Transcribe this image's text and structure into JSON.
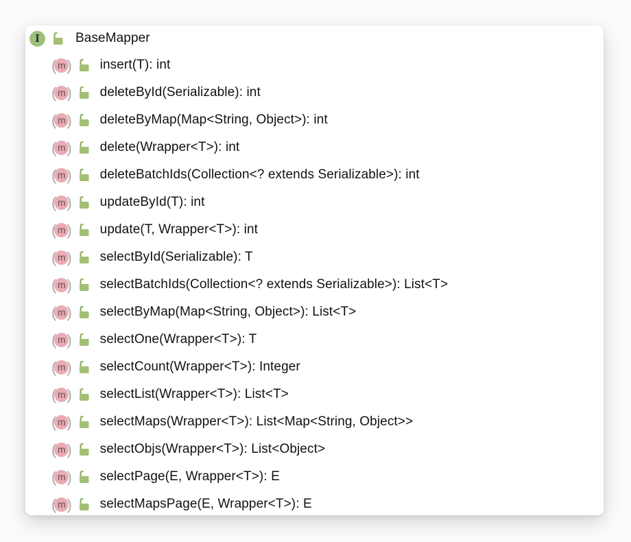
{
  "interface": {
    "name": "BaseMapper",
    "kind": "interface"
  },
  "icons": {
    "interface_letter": "I",
    "method_letter": "m",
    "paren_open": "(",
    "paren_close": ")",
    "visibility": "public-unlocked"
  },
  "colors": {
    "interface_icon_bg": "#9cc07a",
    "method_icon_bg": "#ecabb4",
    "lock_green": "#a3bf74",
    "paren_gray": "#a6a6a6",
    "text": "#111111",
    "panel_bg": "#ffffff",
    "page_bg": "#fbfbfb"
  },
  "methods": [
    {
      "signature": "insert(T): int"
    },
    {
      "signature": "deleteById(Serializable): int"
    },
    {
      "signature": "deleteByMap(Map<String, Object>): int"
    },
    {
      "signature": "delete(Wrapper<T>): int"
    },
    {
      "signature": "deleteBatchIds(Collection<? extends Serializable>): int"
    },
    {
      "signature": "updateById(T): int"
    },
    {
      "signature": "update(T, Wrapper<T>): int"
    },
    {
      "signature": "selectById(Serializable): T"
    },
    {
      "signature": "selectBatchIds(Collection<? extends Serializable>): List<T>"
    },
    {
      "signature": "selectByMap(Map<String, Object>): List<T>"
    },
    {
      "signature": "selectOne(Wrapper<T>): T"
    },
    {
      "signature": "selectCount(Wrapper<T>): Integer"
    },
    {
      "signature": "selectList(Wrapper<T>): List<T>"
    },
    {
      "signature": "selectMaps(Wrapper<T>): List<Map<String, Object>>"
    },
    {
      "signature": "selectObjs(Wrapper<T>): List<Object>"
    },
    {
      "signature": "selectPage(E, Wrapper<T>): E"
    },
    {
      "signature": "selectMapsPage(E, Wrapper<T>): E"
    }
  ]
}
